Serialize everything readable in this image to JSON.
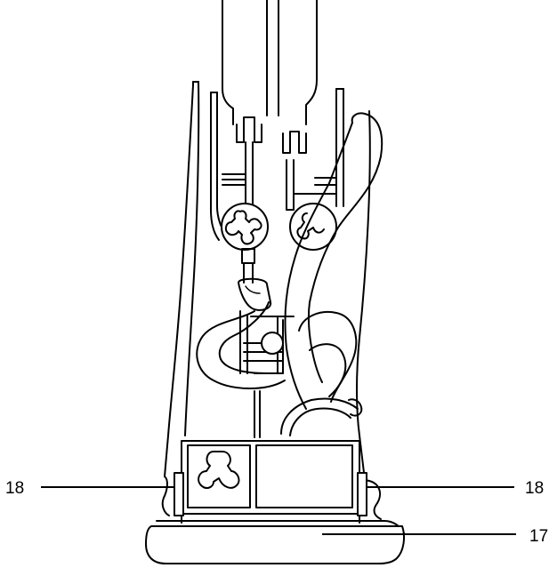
{
  "callouts": {
    "left_clip": "18",
    "right_clip": "18",
    "cap": "17"
  },
  "colors": {
    "stroke": "#000000",
    "background": "#ffffff"
  }
}
